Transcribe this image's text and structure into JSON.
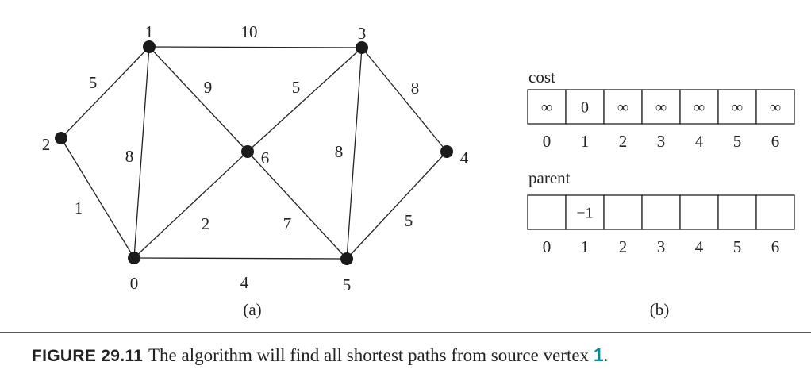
{
  "graph": {
    "vertices": [
      {
        "id": "0",
        "label": "0"
      },
      {
        "id": "1",
        "label": "1"
      },
      {
        "id": "2",
        "label": "2"
      },
      {
        "id": "3",
        "label": "3"
      },
      {
        "id": "4",
        "label": "4"
      },
      {
        "id": "5",
        "label": "5"
      },
      {
        "id": "6",
        "label": "6"
      }
    ],
    "edges": [
      {
        "from": "1",
        "to": "2",
        "weight": "5"
      },
      {
        "from": "1",
        "to": "3",
        "weight": "10"
      },
      {
        "from": "1",
        "to": "6",
        "weight": "9"
      },
      {
        "from": "1",
        "to": "0",
        "weight": "8"
      },
      {
        "from": "2",
        "to": "0",
        "weight": "1"
      },
      {
        "from": "0",
        "to": "6",
        "weight": "2"
      },
      {
        "from": "0",
        "to": "5",
        "weight": "4"
      },
      {
        "from": "6",
        "to": "3",
        "weight": "5"
      },
      {
        "from": "6",
        "to": "5",
        "weight": "7"
      },
      {
        "from": "3",
        "to": "5",
        "weight": "8"
      },
      {
        "from": "3",
        "to": "4",
        "weight": "8"
      },
      {
        "from": "4",
        "to": "5",
        "weight": "5"
      }
    ],
    "sublabel": "(a)"
  },
  "tables": {
    "cost": {
      "title": "cost",
      "cells": [
        "∞",
        "0",
        "∞",
        "∞",
        "∞",
        "∞",
        "∞"
      ],
      "indices": [
        "0",
        "1",
        "2",
        "3",
        "4",
        "5",
        "6"
      ]
    },
    "parent": {
      "title": "parent",
      "cells": [
        "",
        "−1",
        "",
        "",
        "",
        "",
        ""
      ],
      "indices": [
        "0",
        "1",
        "2",
        "3",
        "4",
        "5",
        "6"
      ]
    },
    "sublabel": "(b)"
  },
  "caption": {
    "figure_label": "FIGURE 29.11",
    "text": "The algorithm will find all shortest paths from source vertex ",
    "highlight": "1",
    "end": ".",
    "colors": {
      "accent": "#0b8a9c",
      "rule": "#222222",
      "ink": "#222222"
    }
  }
}
